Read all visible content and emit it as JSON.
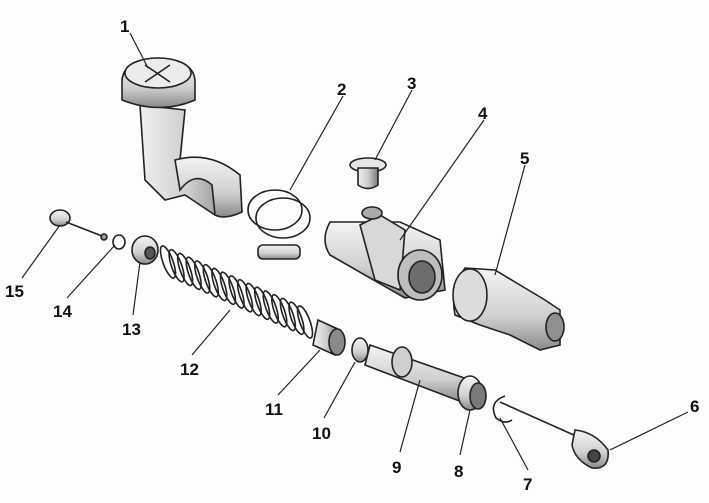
{
  "diagram": {
    "type": "exploded-view",
    "colors": {
      "ink": "#222222",
      "fill": "#e2e2e2",
      "shade": "#9a9a9a"
    },
    "callouts": [
      {
        "id": "1"
      },
      {
        "id": "2"
      },
      {
        "id": "3"
      },
      {
        "id": "4"
      },
      {
        "id": "5"
      },
      {
        "id": "6"
      },
      {
        "id": "7"
      },
      {
        "id": "8"
      },
      {
        "id": "9"
      },
      {
        "id": "10"
      },
      {
        "id": "11"
      },
      {
        "id": "12"
      },
      {
        "id": "13"
      },
      {
        "id": "14"
      },
      {
        "id": "15"
      }
    ]
  }
}
